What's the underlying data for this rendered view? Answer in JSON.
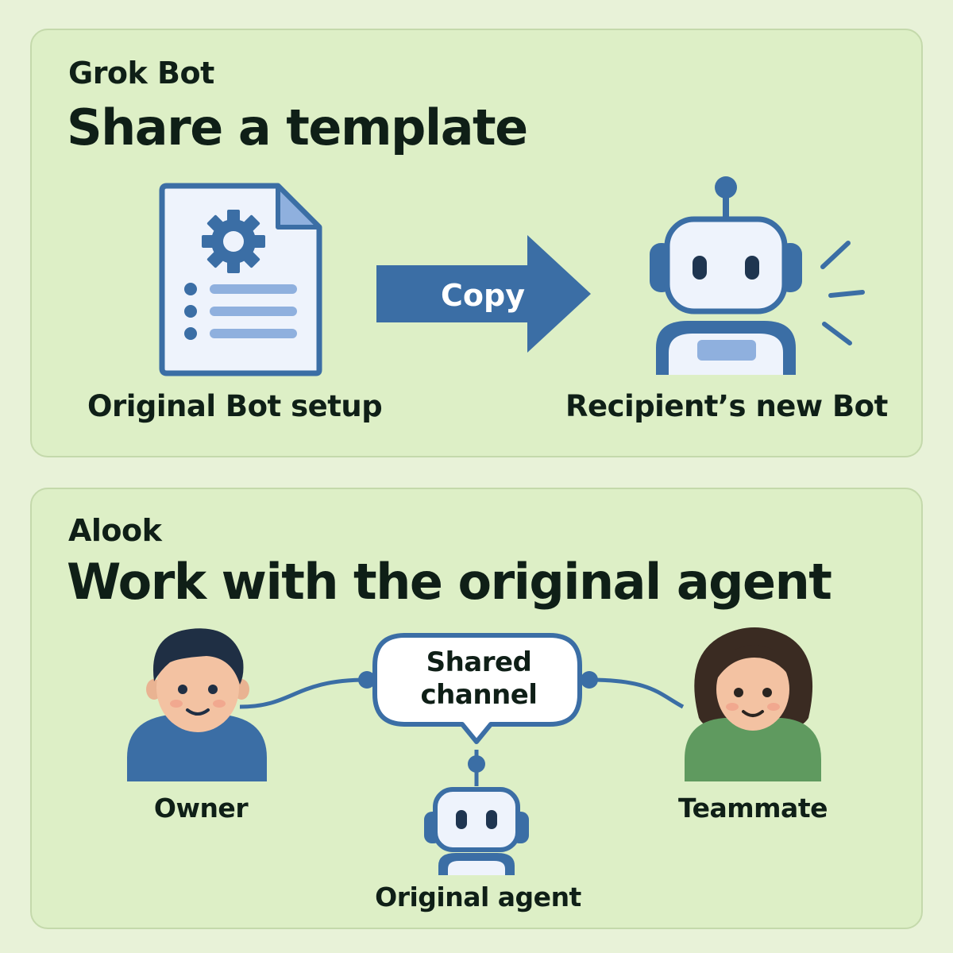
{
  "share_section": {
    "eyebrow": "Grok Bot",
    "headline": "Share a template",
    "source_label": "Original Bot setup",
    "arrow_label": "Copy",
    "target_label": "Recipient’s new Bot",
    "icons": [
      "document-gear-icon",
      "arrow-right-icon",
      "robot-icon"
    ]
  },
  "work_section": {
    "eyebrow": "Alook",
    "headline": "Work with the original agent",
    "channel_label_line1": "Shared",
    "channel_label_line2": "channel",
    "owner_label": "Owner",
    "teammate_label": "Teammate",
    "agent_label": "Original agent",
    "icons": [
      "owner-avatar-icon",
      "teammate-avatar-icon",
      "robot-icon",
      "speech-bubble-icon"
    ]
  },
  "colors": {
    "page_background": "#e8f2d8",
    "panel_background": "#ddefc6",
    "panel_border": "#c4d9ab",
    "accent_blue": "#3b6ea5",
    "soft_blue": "#8fb0de",
    "text": "#0f1f17",
    "owner_shirt": "#3b6ea5",
    "teammate_shirt": "#5f9a5f"
  }
}
